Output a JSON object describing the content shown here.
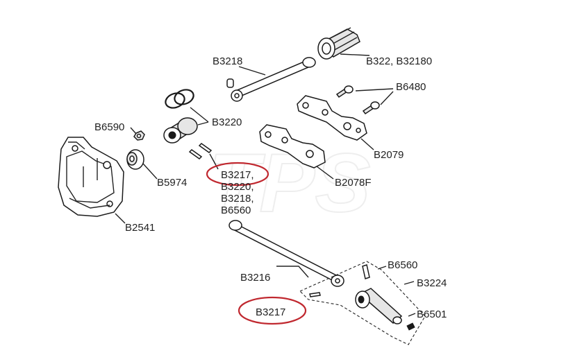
{
  "watermark": "TPS",
  "highlight_color": "#c0282f",
  "labels": {
    "b3218_top": "B3218",
    "b322": "B322, B32180",
    "b6480": "B6480",
    "b3220": "B3220",
    "b6590": "B6590",
    "b2079": "B2079",
    "b5974": "B5974",
    "b3217_multi": [
      "B3217,",
      "B3220,",
      "B3218,",
      "B6560"
    ],
    "b2078f": "B2078F",
    "b2541": "B2541",
    "b6560": "B6560",
    "b3224": "B3224",
    "b3216": "B3216",
    "b3217_bottom": "B3217",
    "b6501": "B6501"
  }
}
